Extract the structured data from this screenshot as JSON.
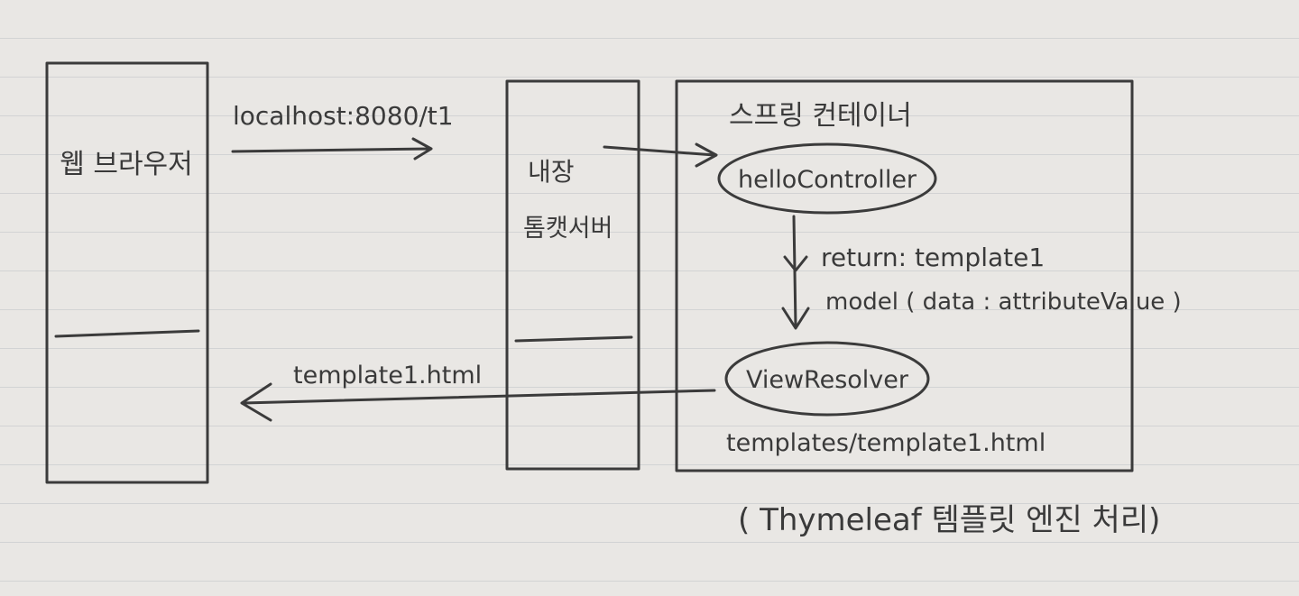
{
  "labels": {
    "web_browser": "웹 브라우저",
    "embedded_tomcat_line1": "내장",
    "embedded_tomcat_line2": "톰캣서버",
    "spring_container": "스프링 컨테이너",
    "hello_controller": "helloController",
    "view_resolver": "ViewResolver",
    "request_url": "localhost:8080/t1",
    "response_file": "template1.html",
    "return_line": "return: template1",
    "model_line": "model ( data : attributeValue )",
    "template_path": "templates/template1.html",
    "engine_note": "( Thymeleaf 템플릿 엔진 처리)"
  },
  "colors": {
    "paper": "#e9e7e4",
    "ink": "#3b3b3b",
    "rule_line": "#9aa0aa"
  }
}
